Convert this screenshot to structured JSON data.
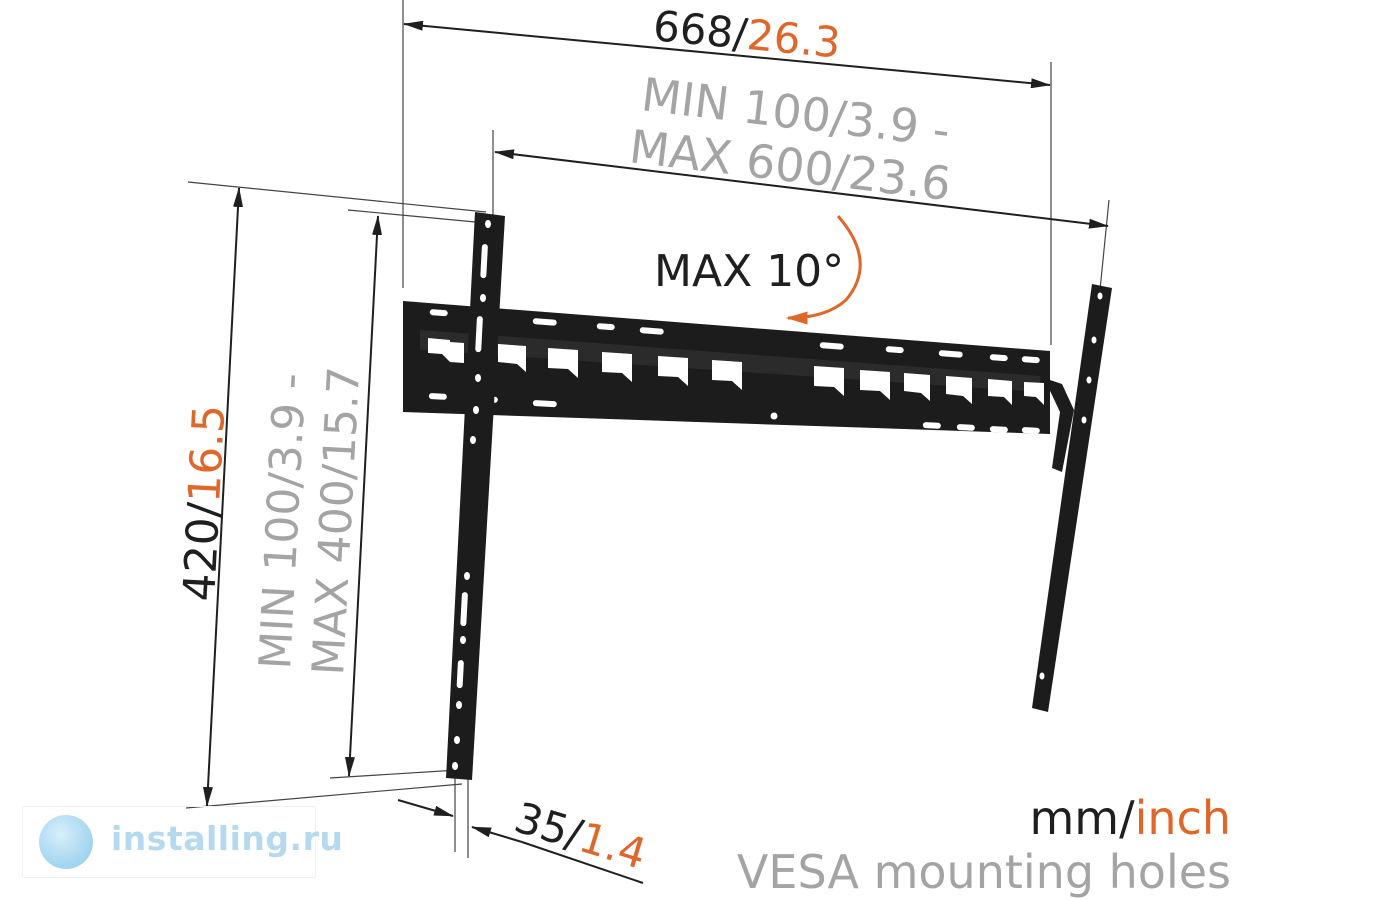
{
  "dimensions": {
    "total_width": {
      "mm": "668",
      "sep": "/",
      "inch": "26.3"
    },
    "vesa_horizontal": {
      "line1": "MIN 100/3.9 -",
      "line2": "MAX 600/23.6"
    },
    "tilt": "MAX 10°",
    "total_height": {
      "mm": "420",
      "sep": "/",
      "inch": "16.5"
    },
    "vesa_vertical": {
      "line1": "MIN 100/3.9 -",
      "line2": "MAX 400/15.7"
    },
    "depth": {
      "mm": "35",
      "sep": "/",
      "inch": "1.4"
    }
  },
  "legend": {
    "units_mm": "mm",
    "units_sep": "/",
    "units_inch": "inch",
    "caption": "VESA mounting holes"
  },
  "watermark": {
    "text": "installing.ru",
    "icon": "installing-logo-icon"
  },
  "colors": {
    "accent": "#e0672a",
    "ink": "#1f1f1f",
    "grey_text": "#a4a4a4",
    "bracket": "#1c1c1c",
    "watermark": "#b5daf0"
  }
}
